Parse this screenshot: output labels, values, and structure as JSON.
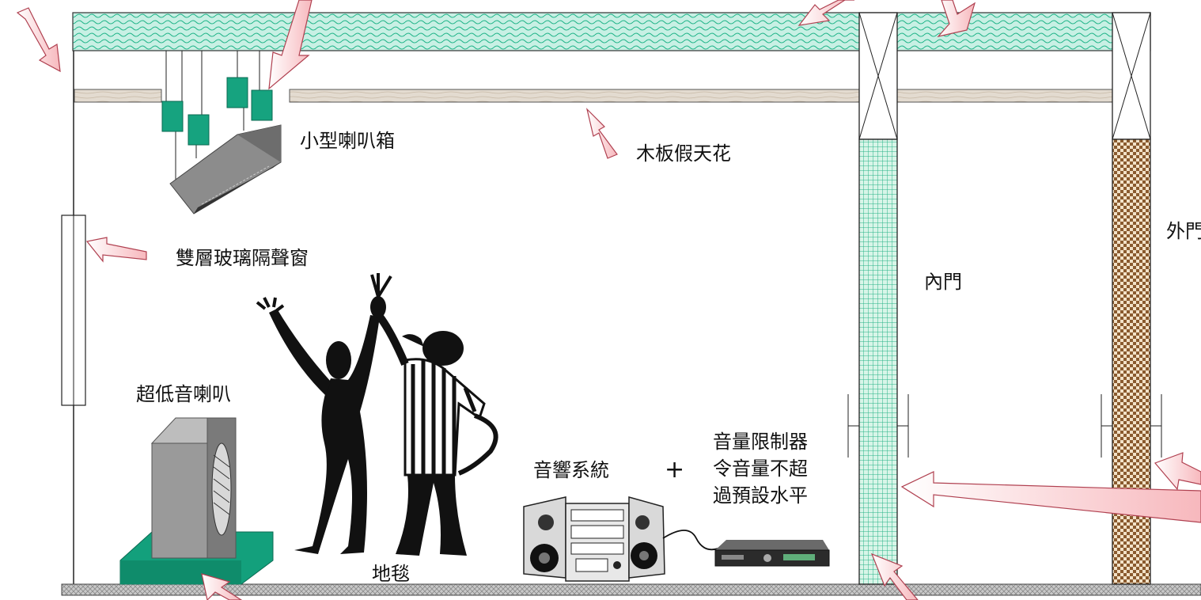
{
  "labels": {
    "small_speaker": "小型喇叭箱",
    "wood_ceiling": "木板假天花",
    "double_glazing": "雙層玻璃隔聲窗",
    "inner_door": "內門",
    "outer_door": "外門",
    "subwoofer": "超低音喇叭",
    "sound_system": "音響系統",
    "plus": "+",
    "limiter_line1": "音量限制器",
    "limiter_line2": "令音量不超",
    "limiter_line3": "過預設水平",
    "carpet": "地毯"
  },
  "colors": {
    "ceiling_fill": "#c8f0e4",
    "ceiling_wave": "#22b58a",
    "false_ceiling": "#d9cfc2",
    "inner_door_fill": "#d8f5e8",
    "inner_door_grid": "#28b487",
    "outer_door_fill": "#e8d0b0",
    "outer_door_check": "#8a5a2e",
    "floor": "#b7b7b7",
    "arrow_fill": "#fbd4d6",
    "arrow_stroke": "#b04050",
    "speaker_green": "#16a37f",
    "sub_base": "#13a07c",
    "speaker_grey": "#8c8c8c"
  },
  "icons": [
    "small-speaker-icon",
    "subwoofer-icon",
    "dancers-icon",
    "stereo-system-icon",
    "volume-limiter-icon",
    "sound-arrow-icon"
  ]
}
